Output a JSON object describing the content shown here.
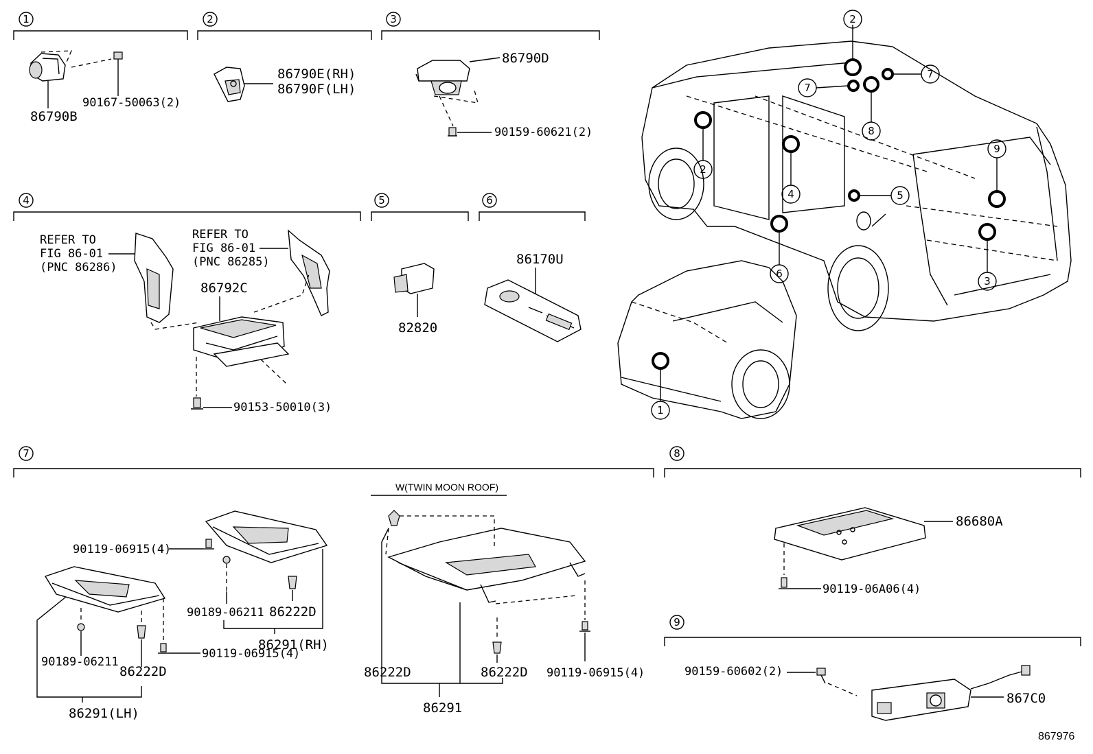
{
  "sections": {
    "s1": {
      "num": "1",
      "labels": {
        "sensor": "86790B",
        "screw": "90167-50063(2)"
      }
    },
    "s2": {
      "num": "2",
      "labels": {
        "rh": "86790E(RH)",
        "lh": "86790F(LH)"
      }
    },
    "s3": {
      "num": "3",
      "labels": {
        "camera": "86790D",
        "screw": "90159-60621(2)"
      }
    },
    "s4": {
      "num": "4",
      "labels": {
        "refer_lh_1": "REFER TO",
        "refer_lh_2": "FIG 86-01",
        "refer_lh_3": "(PNC 86286)",
        "refer_rh_1": "REFER TO",
        "refer_rh_2": "FIG 86-01",
        "refer_rh_3": "(PNC 86285)",
        "module": "86792C",
        "screw": "90153-50010(3)"
      }
    },
    "s5": {
      "num": "5",
      "labels": {
        "part": "82820"
      }
    },
    "s6": {
      "num": "6",
      "labels": {
        "remote": "86170U"
      }
    },
    "s7": {
      "num": "7",
      "labels": {
        "variant": "W(TWIN MOON ROOF)",
        "bolt_rh": "90119-06915(4)",
        "clip_rh": "90189-06211",
        "nut_rh": "86222D",
        "bracket_rh": "86291(RH)",
        "clip_lh": "90189-06211",
        "nut_lh": "86222D",
        "bolt_lh": "90119-06915(4)",
        "bracket_lh": "86291(LH)",
        "nut_tw_l": "86222D",
        "nut_tw_r": "86222D",
        "bolt_tw": "90119-06915(4)",
        "bracket_tw": "86291"
      }
    },
    "s8": {
      "num": "8",
      "labels": {
        "unit": "86680A",
        "screw": "90119-06A06(4)"
      }
    },
    "s9": {
      "num": "9",
      "labels": {
        "screw": "90159-60602(2)",
        "camera": "867C0"
      }
    }
  },
  "vehicle_callouts": [
    "2",
    "7",
    "7",
    "2",
    "8",
    "4",
    "5",
    "9",
    "6",
    "3",
    "1"
  ],
  "figure_number": "867976"
}
